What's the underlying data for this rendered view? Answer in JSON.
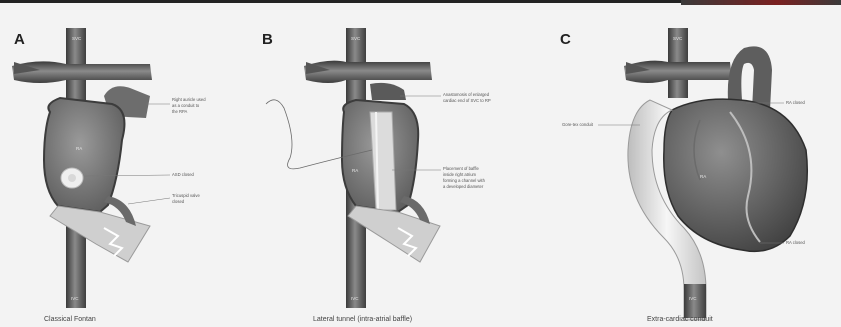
{
  "panels": [
    {
      "letter": "A",
      "caption": "Classical Fontan",
      "vessel_labels": [
        "SVC",
        "IVC"
      ],
      "chamber_labels": [
        "RA"
      ],
      "annotations": [
        "Right auricle used",
        "as a conduit to",
        "the RPA",
        "ASD closed",
        "Tricuspid valve",
        "closed"
      ]
    },
    {
      "letter": "B",
      "caption": "Lateral tunnel (intra-atrial baffle)",
      "vessel_labels": [
        "SVC",
        "IVC"
      ],
      "chamber_labels": [
        "RA"
      ],
      "annotations": [
        "Anastomosis of enlarged",
        "cardiac end of SVC to RP",
        "Placement of baffle",
        "inside right atrium",
        "forming a channel with",
        "a developed diameter"
      ]
    },
    {
      "letter": "C",
      "caption": "Extra-cardiac conduit",
      "vessel_labels": [
        "SVC",
        "IVC"
      ],
      "chamber_labels": [
        "RA"
      ],
      "annotations": [
        "Gore-tex conduit",
        "RA closed",
        "RA closed"
      ]
    }
  ],
  "colors": {
    "background": "#f3f3f3",
    "vessel_dark": "#4a4a4a",
    "vessel_mid": "#7a7a7a",
    "chamber": "#8c8c8c",
    "baffle": "#d8d8d8"
  }
}
